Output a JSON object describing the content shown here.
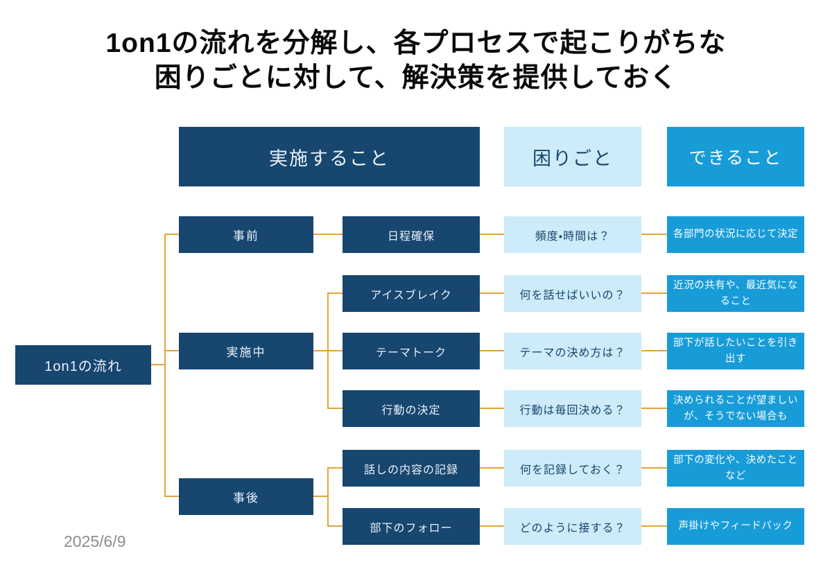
{
  "slide": {
    "title_line1": "1on1の流れを分解し、各プロセスで起こりがちな",
    "title_line2": "困りごとに対して、解決策を提供しておく",
    "date": "2025/6/9"
  },
  "column_headers": {
    "actions": "実施すること",
    "troubles": "困りごと",
    "solutions": "できること"
  },
  "tree": {
    "root": "1on1の流れ",
    "phases": [
      "事前",
      "実施中",
      "事後"
    ]
  },
  "rows": [
    {
      "process": "日程確保",
      "trouble": "頻度・時間は？",
      "solution": "各部門の状況に応じて決定"
    },
    {
      "process": "アイスブレイク",
      "trouble": "何を話せばいいの？",
      "solution": "近況の共有や、最近気になること"
    },
    {
      "process": "テーマトーク",
      "trouble": "テーマの決め方は？",
      "solution": "部下が話したいことを引き出す"
    },
    {
      "process": "行動の決定",
      "trouble": "行動は毎回決める？",
      "solution": "決められることが望ましいが、そうでない場合も"
    },
    {
      "process": "話しの内容の記録",
      "trouble": "何を記録しておく？",
      "solution": "部下の変化や、決めたことなど"
    },
    {
      "process": "部下のフォロー",
      "trouble": "どのように接する？",
      "solution": "声掛けやフィードバック"
    }
  ],
  "colors": {
    "navy": "#17466F",
    "light": "#CDEBF8",
    "blue": "#189CD8",
    "orange": "#E3A338",
    "title": "#0A0A0A",
    "date": "#8C8C8C"
  }
}
